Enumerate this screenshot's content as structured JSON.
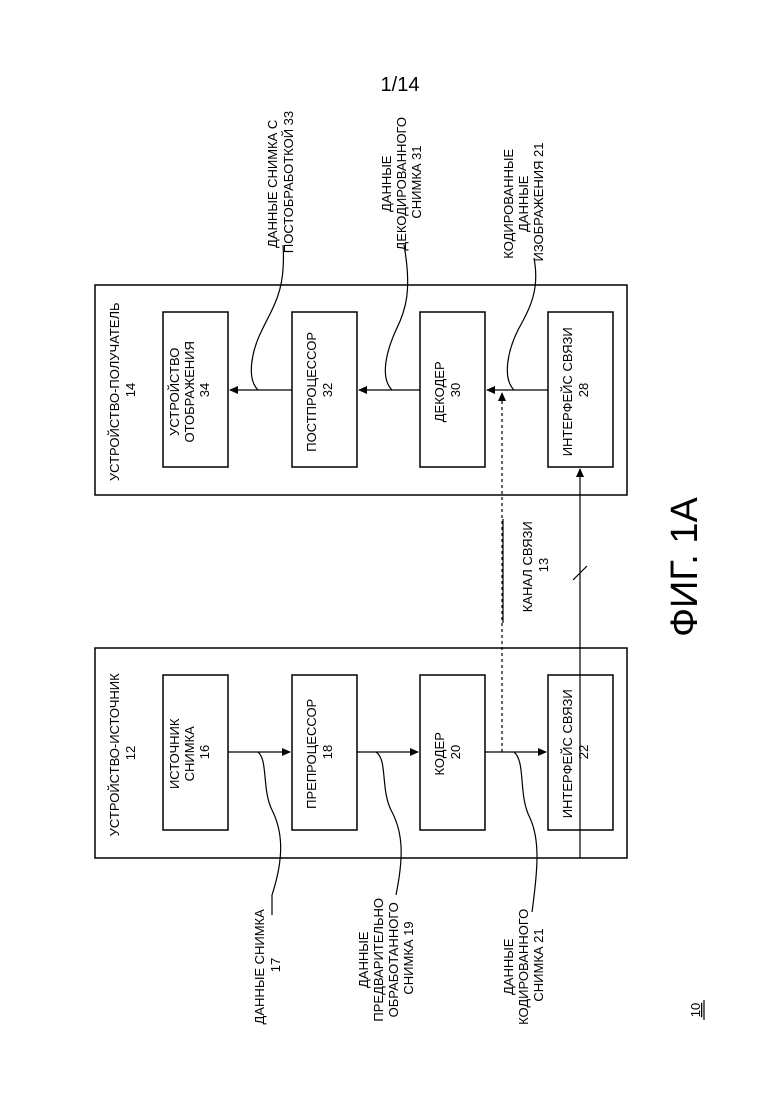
{
  "page_number": "1/14",
  "figure_title": "ФИГ. 1А",
  "system_ref": "10",
  "source_device": {
    "title": "УСТРОЙСТВО-ИСТОЧНИК",
    "ref": "12"
  },
  "destination_device": {
    "title": "УСТРОЙСТВО-ПОЛУЧАТЕЛЬ",
    "ref": "14"
  },
  "blocks": {
    "picture_source": {
      "line1": "ИСТОЧНИК",
      "line2": "СНИМКА",
      "ref": "16"
    },
    "preprocessor": {
      "line1": "ПРЕПРОЦЕССОР",
      "ref": "18"
    },
    "encoder": {
      "line1": "КОДЕР",
      "ref": "20"
    },
    "comm_interface_src": {
      "line1": "ИНТЕРФЕЙС СВЯЗИ",
      "ref": "22"
    },
    "display_device": {
      "line1": "УСТРОЙСТВО",
      "line2": "ОТОБРАЖЕНИЯ",
      "ref": "34"
    },
    "postprocessor": {
      "line1": "ПОСТПРОЦЕССОР",
      "ref": "32"
    },
    "decoder": {
      "line1": "ДЕКОДЕР",
      "ref": "30"
    },
    "comm_interface_dst": {
      "line1": "ИНТЕРФЕЙС СВЯЗИ",
      "ref": "28"
    }
  },
  "channel": {
    "line1": "КАНАЛ СВЯЗИ",
    "line2": "13"
  },
  "annotations": {
    "picture_data": {
      "line1": "ДАННЫЕ СНИМКА",
      "line2": "17"
    },
    "preprocessed_data": {
      "line1": "ДАННЫЕ",
      "line2": "ПРЕДВАРИТЕЛЬНО",
      "line3": "ОБРАБОТАННОГО",
      "line4": "СНИМКА 19"
    },
    "encoded_data_src": {
      "line1": "ДАННЫЕ",
      "line2": "КОДИРОВАННОГО",
      "line3": "СНИМКА 21"
    },
    "postprocessed_data": {
      "line1": "ДАННЫЕ СНИМКА С",
      "line2": "ПОСТОБРАБОТКОЙ 33"
    },
    "decoded_data": {
      "line1": "ДАННЫЕ",
      "line2": "ДЕКОДИРОВАННОГО",
      "line3": "СНИМКА 31"
    },
    "encoded_data_dst": {
      "line1": "КОДИРОВАННЫЕ",
      "line2": "ДАННЫЕ",
      "line3": "ИЗОБРАЖЕНИЯ 21"
    }
  }
}
